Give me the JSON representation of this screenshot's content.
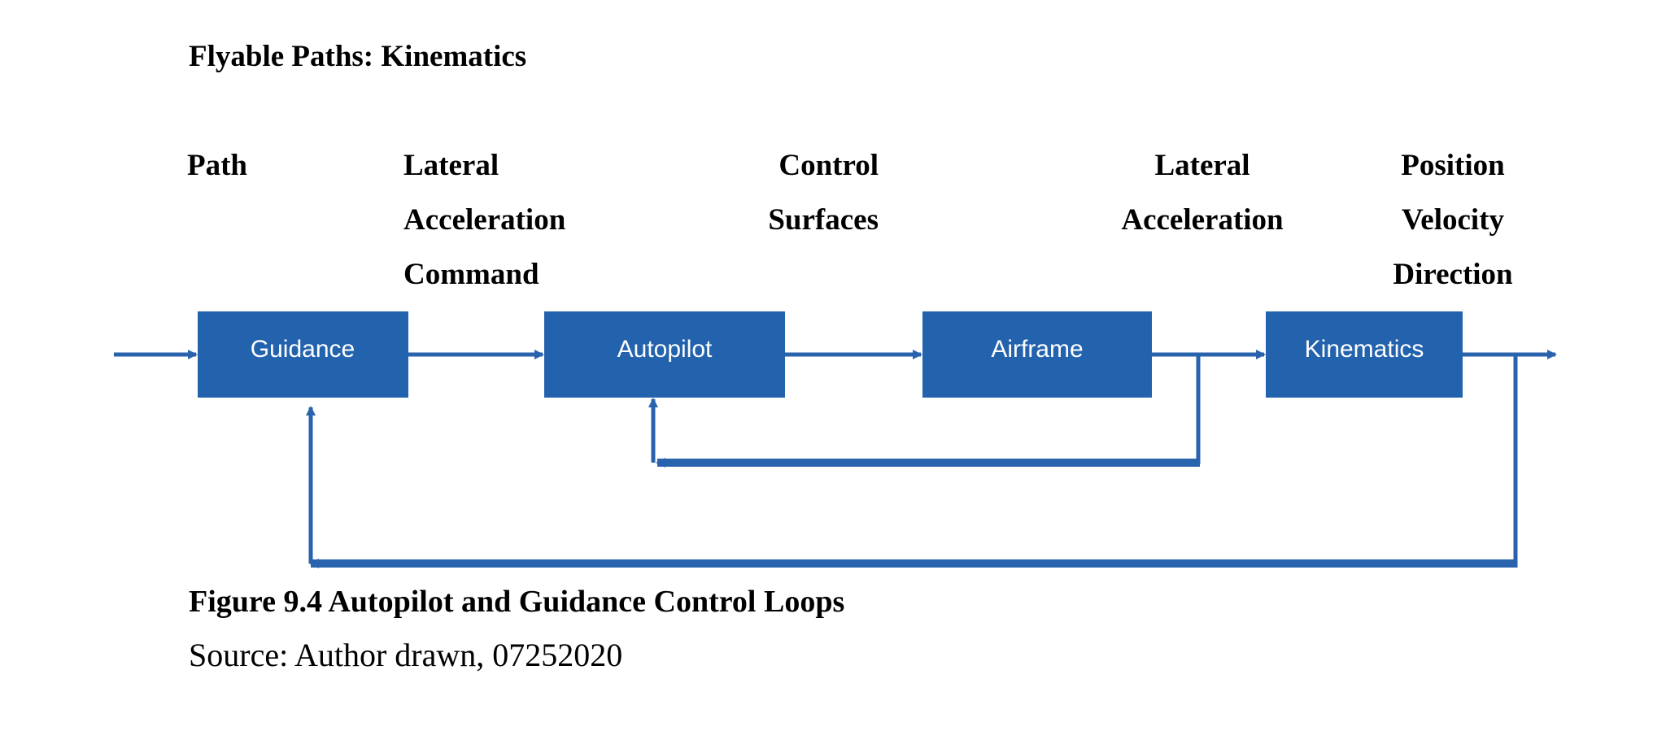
{
  "title": "Flyable Paths: Kinematics",
  "signal_labels": [
    {
      "lines": [
        "Path"
      ]
    },
    {
      "lines": [
        "Lateral",
        "Acceleration",
        "Command"
      ]
    },
    {
      "lines": [
        "Control",
        "Surfaces"
      ]
    },
    {
      "lines": [
        "Lateral",
        "Acceleration"
      ]
    },
    {
      "lines": [
        "Position",
        "Velocity",
        "Direction"
      ]
    }
  ],
  "blocks": [
    {
      "label": "Guidance"
    },
    {
      "label": "Autopilot"
    },
    {
      "label": "Airframe"
    },
    {
      "label": "Kinematics"
    }
  ],
  "caption": "Figure 9.4 Autopilot and Guidance Control Loops",
  "source": "Source: Author drawn, 07252020",
  "colors": {
    "block_fill": "#2362ad",
    "arrow": "#2a63ad",
    "text": "#000000"
  }
}
